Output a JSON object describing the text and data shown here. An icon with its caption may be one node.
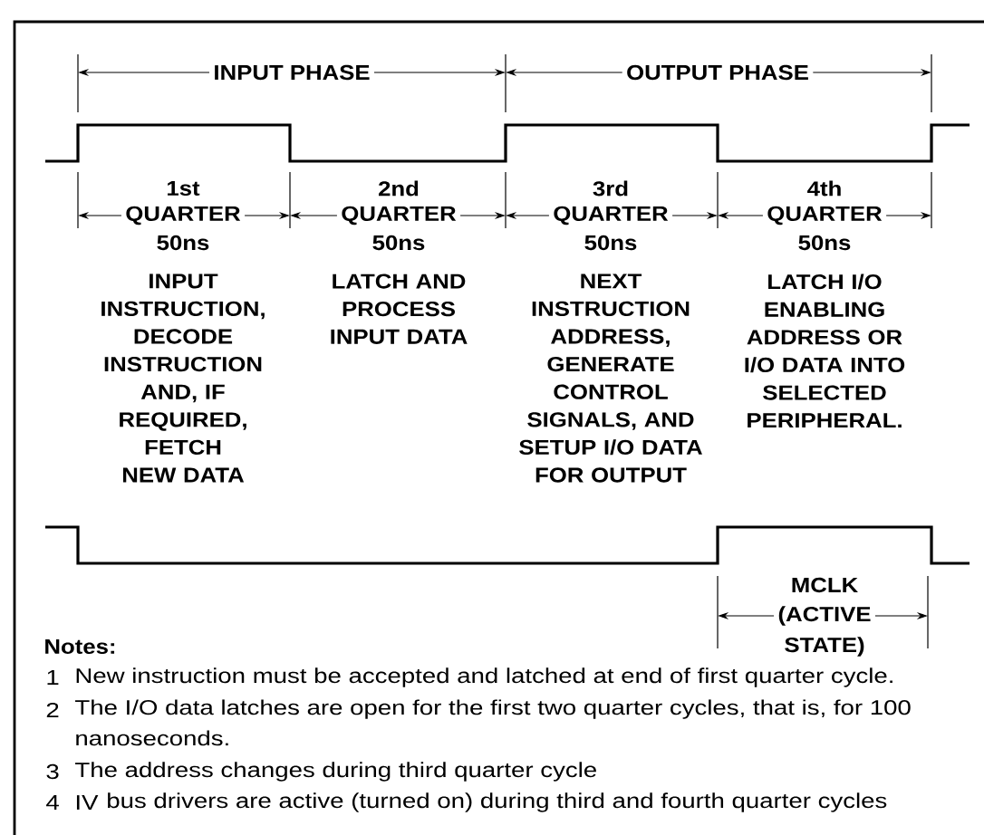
{
  "diagram": {
    "labels": [
      "INPUT PHASE",
      "OUTPUT PHASE",
      "1st",
      "QUARTER",
      "50ns",
      "2nd",
      "QUARTER",
      "50ns",
      "3rd",
      "QUARTER",
      "50ns",
      "4th",
      "QUARTER",
      "50ns",
      "INPUT INSTRUCTION, DECODE INSTRUCTION AND, IF REQUIRED, FETCH NEW DATA",
      "LATCH AND PROCESS INPUT DATA",
      "NEXT INSTRUCTION ADDRESS, GENERATE CONTROL SIGNALS, AND SETUP I/O DATA FOR OUTPUT",
      "LATCH I/O ENABLING ADDRESS OR I/O DATA INTO SELECTED PERIPHERAL.",
      "MCLK",
      "(ACTIVE",
      "Notes:",
      "STATE)",
      "1",
      "New instruction must be accepted and latched at end of first quarter cycle.",
      "2",
      "The I/O data latches are open for the first two quarter cycles, that is, for 100 nanoseconds.",
      "3",
      "The address changes during third quarter cycle",
      "4",
      "IV",
      "bus drivers are active (turned on) during third and fourth quarter cycles"
    ]
  }
}
